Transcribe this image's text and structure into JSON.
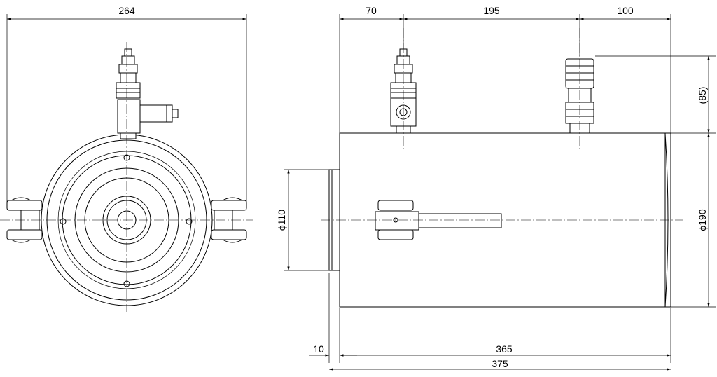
{
  "dimensions": {
    "width_264": "264",
    "top_70": "70",
    "top_195": "195",
    "top_100": "100",
    "height_85": "(85)",
    "dia_110": "ϕ110",
    "dia_190": "ϕ190",
    "bottom_10": "10",
    "bottom_365": "365",
    "bottom_375": "375"
  }
}
